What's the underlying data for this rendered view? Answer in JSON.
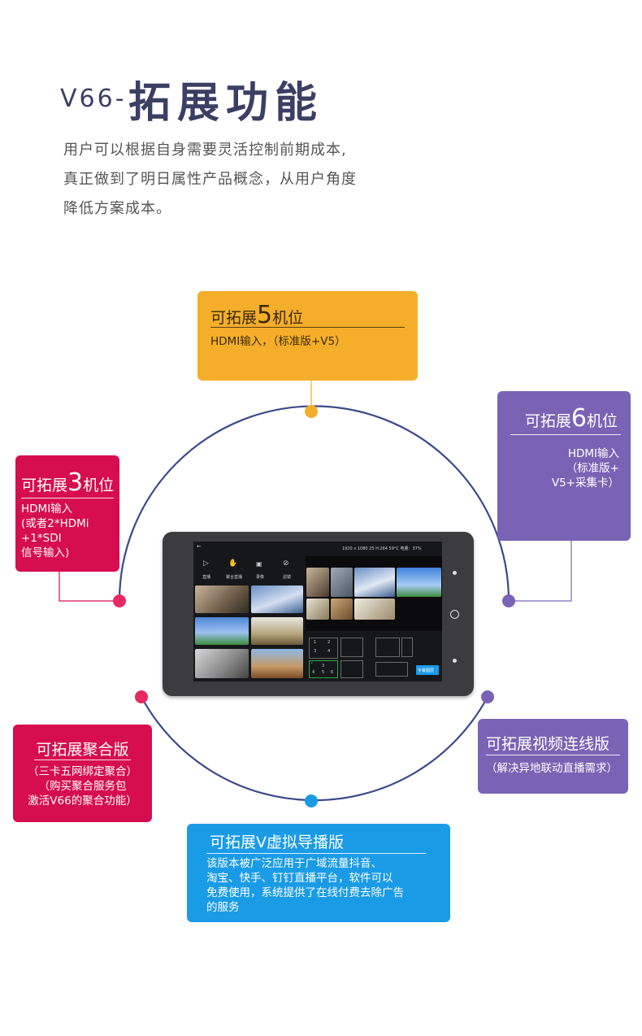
{
  "header": {
    "title_prefix": "V66-",
    "title_main": "拓展功能",
    "intro": [
      "用户可以根据自身需要灵活控制前期成本,",
      "真正做到了明日属性产品概念，从用户角度",
      "降低方案成本。"
    ]
  },
  "cards": {
    "five": {
      "title_pre": "可拓展",
      "title_num": "5",
      "title_post": "机位",
      "desc": "HDMI输入，（标准版+V5）"
    },
    "six": {
      "title_pre": "可拓展",
      "title_num": "6",
      "title_post": "机位",
      "desc": [
        "HDMI输入",
        "（标准版+",
        "V5+采集卡）"
      ]
    },
    "three": {
      "title_pre": "可拓展",
      "title_num": "3",
      "title_post": "机位",
      "desc": [
        "HDMI输入",
        "(或者2*HDMi",
        "+1*SDI",
        "信号输入)"
      ]
    },
    "aggregate": {
      "title": "可拓展聚合版",
      "desc": [
        "（三卡五网绑定聚合）",
        "（购买聚合服务包",
        "激活V66的聚合功能）"
      ]
    },
    "link": {
      "title": "可拓展视频连线版",
      "desc": "（解决异地联动直播需求）"
    },
    "virtual": {
      "title": "可拓展V虚拟导播版",
      "desc": [
        "该版本被广泛应用于广域流量抖音、",
        "淘宝、快手、钉钉直播平台，软件可以",
        "免费使用，系统提供了在线付费去除广告",
        "的服务"
      ]
    }
  },
  "device": {
    "status": "1920 x 1080  25  H.264      59°C 电量：37%",
    "tools": [
      "直播",
      "聚合直播",
      "录像",
      "滤镜"
    ],
    "keypad": [
      "1",
      "2",
      "3",
      "4"
    ],
    "keypad2": [
      "2",
      "3",
      "4",
      "5",
      "6"
    ],
    "caption_button": "字幕图层"
  },
  "colors": {
    "orange": "#f5ae2a",
    "purple": "#7a63b4",
    "crimson": "#d60d4f",
    "blue": "#1a9be6",
    "circle": "#3b4a8a"
  }
}
